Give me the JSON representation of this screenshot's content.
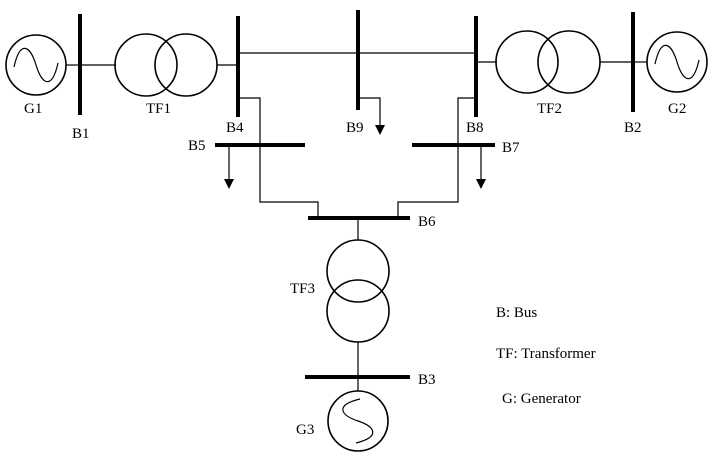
{
  "labels": {
    "G1": "G1",
    "G2": "G2",
    "G3": "G3",
    "B1": "B1",
    "B2": "B2",
    "B3": "B3",
    "B4": "B4",
    "B5": "B5",
    "B6": "B6",
    "B7": "B7",
    "B8": "B8",
    "B9": "B9",
    "TF1": "TF1",
    "TF2": "TF2",
    "TF3": "TF3"
  },
  "legend": {
    "bus": "B: Bus",
    "transformer": "TF: Transformer",
    "generator": "G: Generator"
  }
}
